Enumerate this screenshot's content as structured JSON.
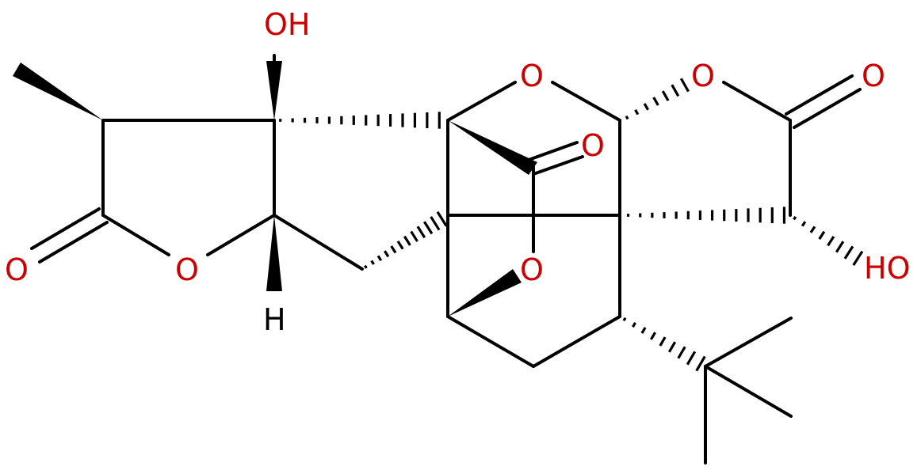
{
  "colors": {
    "bond": "#000000",
    "oxygen": "#cc0000",
    "hydrogen": "#000000",
    "background": "#ffffff"
  },
  "labels": {
    "oh_top": "OH",
    "oh_right": "HO",
    "o_ring_top": "O",
    "o_lactone_right": "O",
    "o_carbonyl_right": "O",
    "o_carbonyl_mid": "O",
    "o_bridge": "O",
    "o_lactone_left": "O",
    "o_carbonyl_left": "O",
    "h_stereo": "H"
  }
}
